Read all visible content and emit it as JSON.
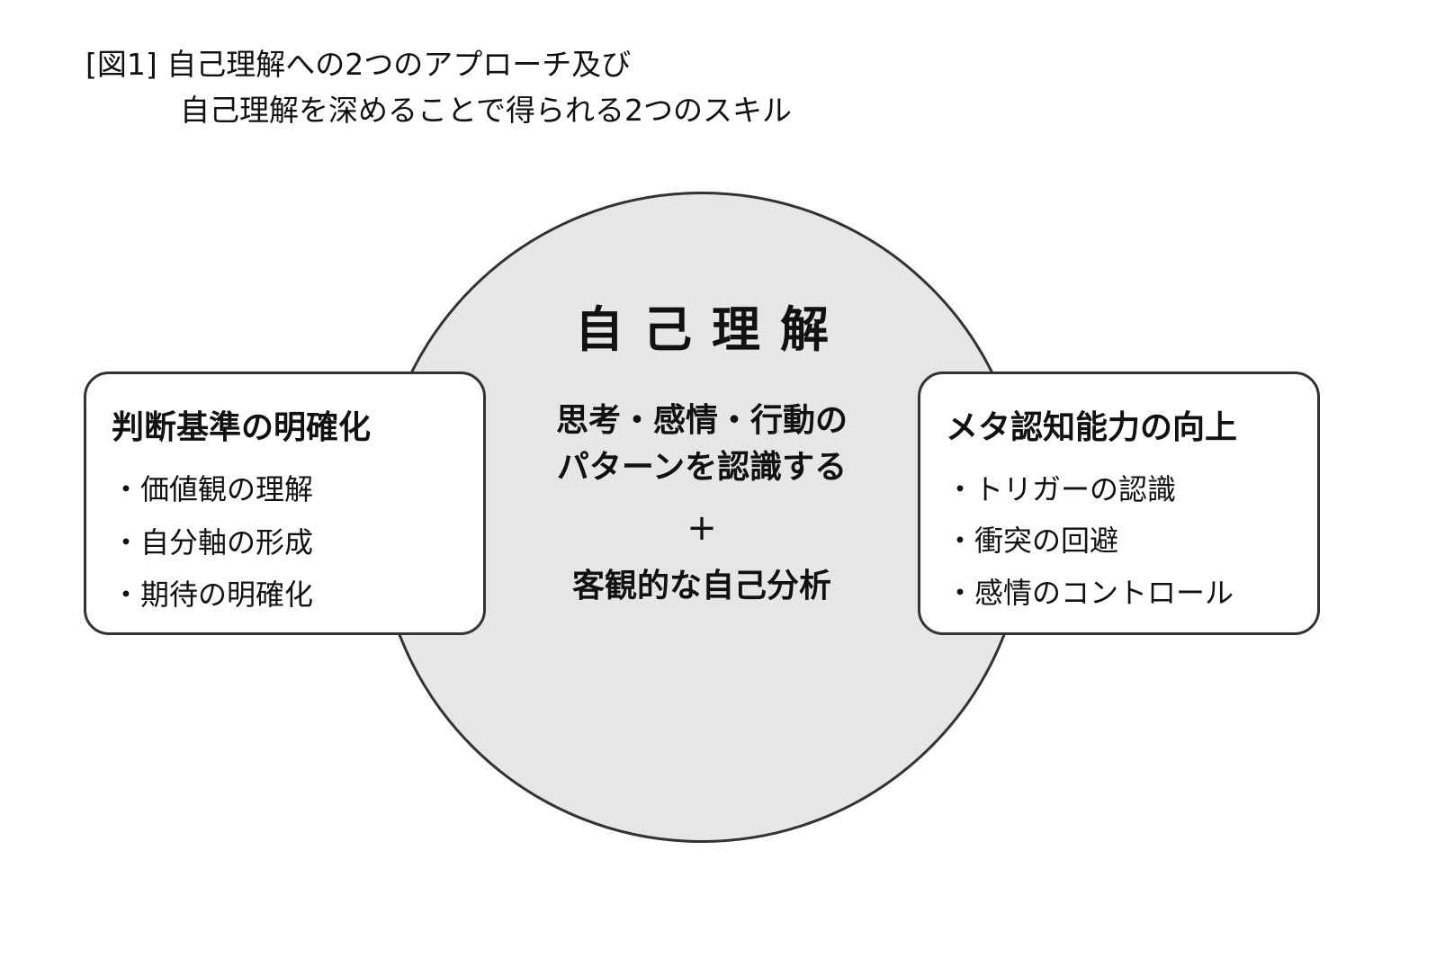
{
  "title": {
    "line1": "[図1] 自己理解への2つのアプローチ及び",
    "line2": "自己理解を深めることで得られる2つのスキル"
  },
  "center": {
    "heading": "自己理解",
    "line1": "思考・感情・行動の",
    "line2": "パターンを認識する",
    "plus": "+",
    "line3": "客観的な自己分析"
  },
  "left_box": {
    "title": "判断基準の明確化",
    "items": [
      "・価値観の理解",
      "・自分軸の形成",
      "・期待の明確化"
    ]
  },
  "right_box": {
    "title": "メタ認知能力の向上",
    "items": [
      "・トリガーの認識",
      "・衝突の回避",
      "・感情のコントロール"
    ]
  },
  "colors": {
    "circle_fill": "#e6e6e6",
    "stroke": "#333333"
  }
}
